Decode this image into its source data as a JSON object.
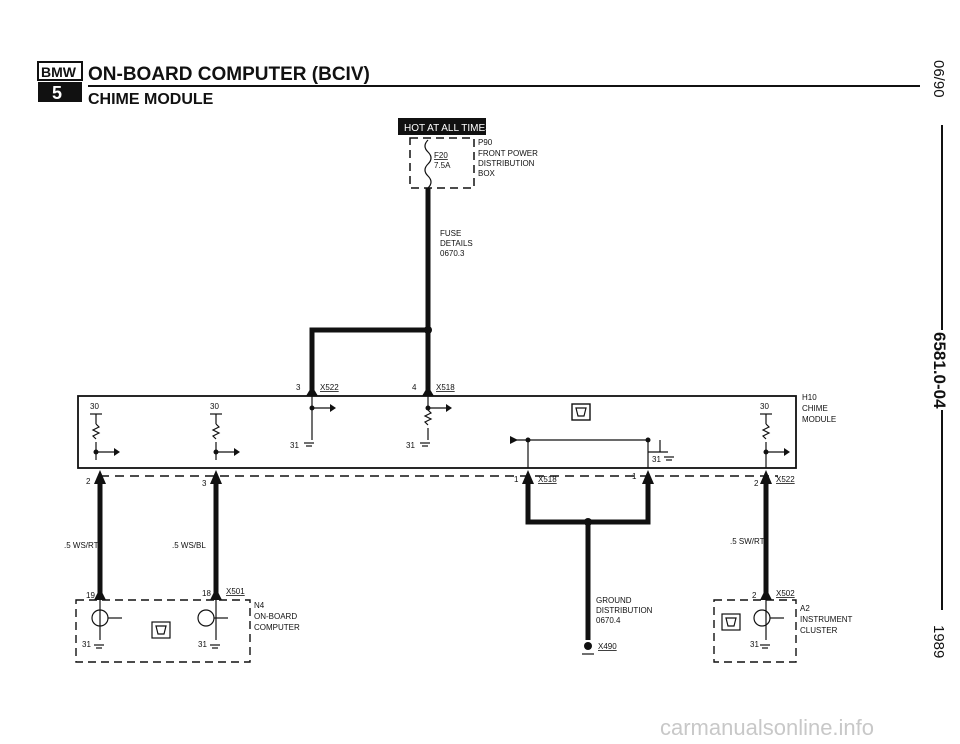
{
  "header": {
    "brand": "BMW",
    "series": "5",
    "title": "ON-BOARD COMPUTER (BCIV)",
    "subtitle": "CHIME MODULE"
  },
  "side": {
    "date": "06/90",
    "page_code": "6581.0-04",
    "year": "1989"
  },
  "watermark": "carmanualsonline.info",
  "hot_banner": "HOT AT ALL TIMES",
  "fuse": {
    "id": "F20",
    "rating": "7.5A"
  },
  "p90": {
    "id": "P90",
    "line1": "FRONT POWER",
    "line2": "DISTRIBUTION",
    "line3": "BOX"
  },
  "fuse_details": {
    "line1": "FUSE",
    "line2": "DETAILS",
    "line3": "0670.3"
  },
  "h10": {
    "id": "H10",
    "line1": "CHIME",
    "line2": "MODULE"
  },
  "connectors": {
    "x522": "X522",
    "x518": "X518",
    "x501": "X501",
    "x502": "X502",
    "x490": "X490"
  },
  "pins": {
    "p3": "3",
    "p4": "4",
    "p30a": "30",
    "p30b": "30",
    "p30c": "30",
    "p31a": "31",
    "p31b": "31",
    "p31c": "31",
    "p31d": "31",
    "p31e": "31",
    "p31f": "31",
    "p2a": "2",
    "p3b": "3",
    "p1a": "1",
    "p1b": "1",
    "p2b": "2",
    "p19": "19",
    "p18": "18",
    "p2c": "2"
  },
  "wires": {
    "w1": ".5 WS/RT",
    "w2": ".5 WS/BL",
    "w3": ".5 SW/RT"
  },
  "n4": {
    "id": "N4",
    "line1": "ON-BOARD",
    "line2": "COMPUTER"
  },
  "a2": {
    "id": "A2",
    "line1": "INSTRUMENT",
    "line2": "CLUSTER"
  },
  "ground": {
    "line1": "GROUND",
    "line2": "DISTRIBUTION",
    "line3": "0670.4"
  }
}
